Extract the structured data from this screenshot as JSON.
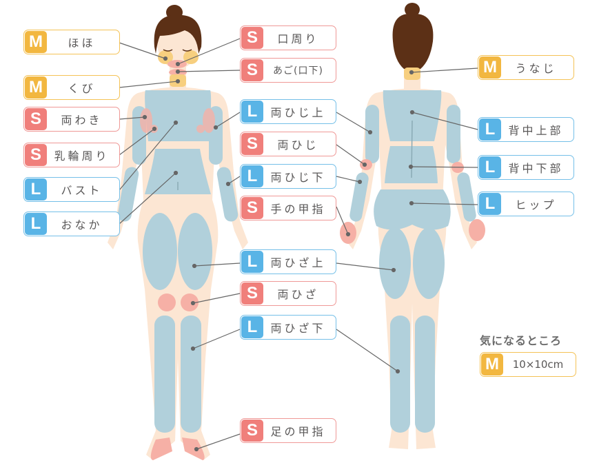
{
  "colors": {
    "size_M": "#f2b740",
    "size_S": "#f07f7b",
    "size_L": "#59b4e6",
    "skin": "#fce6d3",
    "area_L": "#b1d0db",
    "area_S": "#f6b0a6",
    "area_M": "#f7cf7f",
    "hair": "#5c3016",
    "leader_line": "#666666"
  },
  "front_labels": {
    "hoho": {
      "size": "M",
      "text": "ほほ"
    },
    "kubi": {
      "size": "M",
      "text": "くび"
    },
    "ryowaki": {
      "size": "S",
      "text": "両わき"
    },
    "nyurin": {
      "size": "S",
      "text": "乳輪周り"
    },
    "bust": {
      "size": "L",
      "text": "バスト"
    },
    "onaka": {
      "size": "L",
      "text": "おなか"
    }
  },
  "center_labels": {
    "kuchimawari": {
      "size": "S",
      "text": "口周り"
    },
    "ago": {
      "size": "S",
      "text": "あご(口下)"
    },
    "hiji_ue": {
      "size": "L",
      "text": "両ひじ上"
    },
    "hiji": {
      "size": "S",
      "text": "両ひじ"
    },
    "hiji_shita": {
      "size": "L",
      "text": "両ひじ下"
    },
    "te_no_koyubi": {
      "size": "S",
      "text": "手の甲指"
    },
    "hiza_ue": {
      "size": "L",
      "text": "両ひざ上"
    },
    "hiza": {
      "size": "S",
      "text": "両ひざ"
    },
    "hiza_shita": {
      "size": "L",
      "text": "両ひざ下"
    },
    "ashi_no_koyubi": {
      "size": "S",
      "text": "足の甲指"
    }
  },
  "back_labels": {
    "unaji": {
      "size": "M",
      "text": "うなじ"
    },
    "senaka_jobu": {
      "size": "L",
      "text": "背中上部"
    },
    "senaka_kabu": {
      "size": "L",
      "text": "背中下部"
    },
    "hip": {
      "size": "L",
      "text": "ヒップ"
    }
  },
  "legend": {
    "title": "気になるところ",
    "size": "M",
    "text": "10×10cm"
  }
}
